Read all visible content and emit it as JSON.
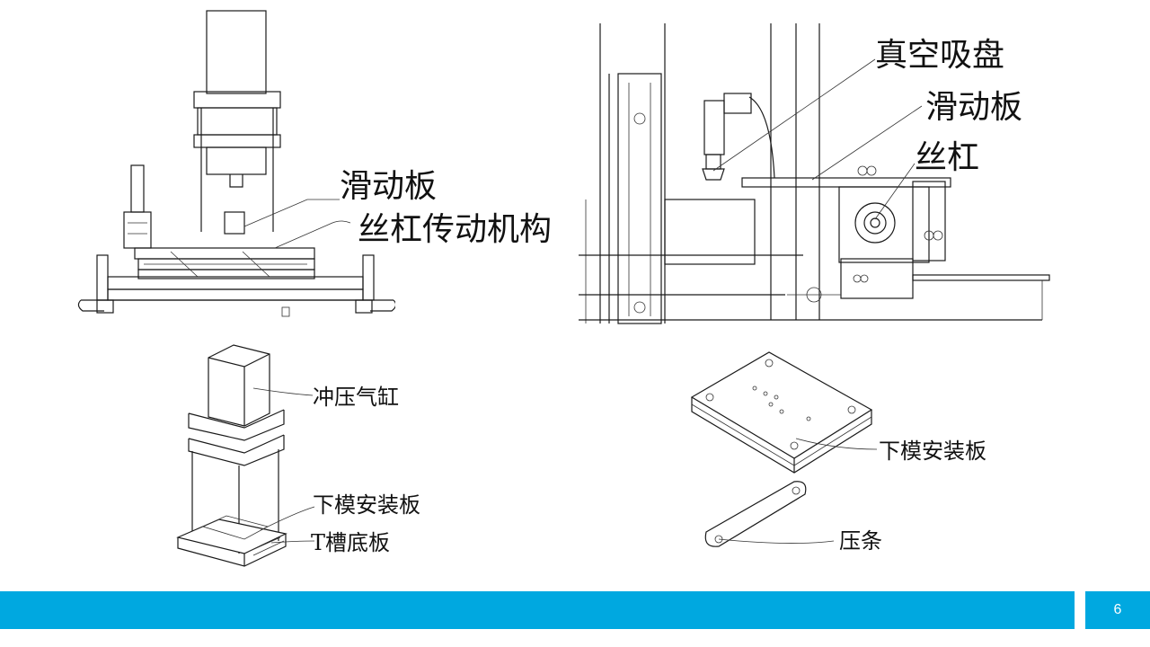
{
  "drawing1": {
    "label_slide_plate": "滑动板",
    "label_screw_mechanism": "丝杠传动机构"
  },
  "drawing2": {
    "label_vacuum_cup": "真空吸盘",
    "label_slide_plate": "滑动板",
    "label_screw": "丝杠"
  },
  "drawing3": {
    "label_cylinder": "冲压气缸",
    "label_lower_die_plate": "下模安装板",
    "label_t_slot_plate": "T槽底板"
  },
  "drawing4": {
    "label_lower_die_plate": "下模安装板",
    "label_press_strip": "压条"
  },
  "footer": {
    "page_number": "6",
    "bar_color": "#00a8e0"
  }
}
